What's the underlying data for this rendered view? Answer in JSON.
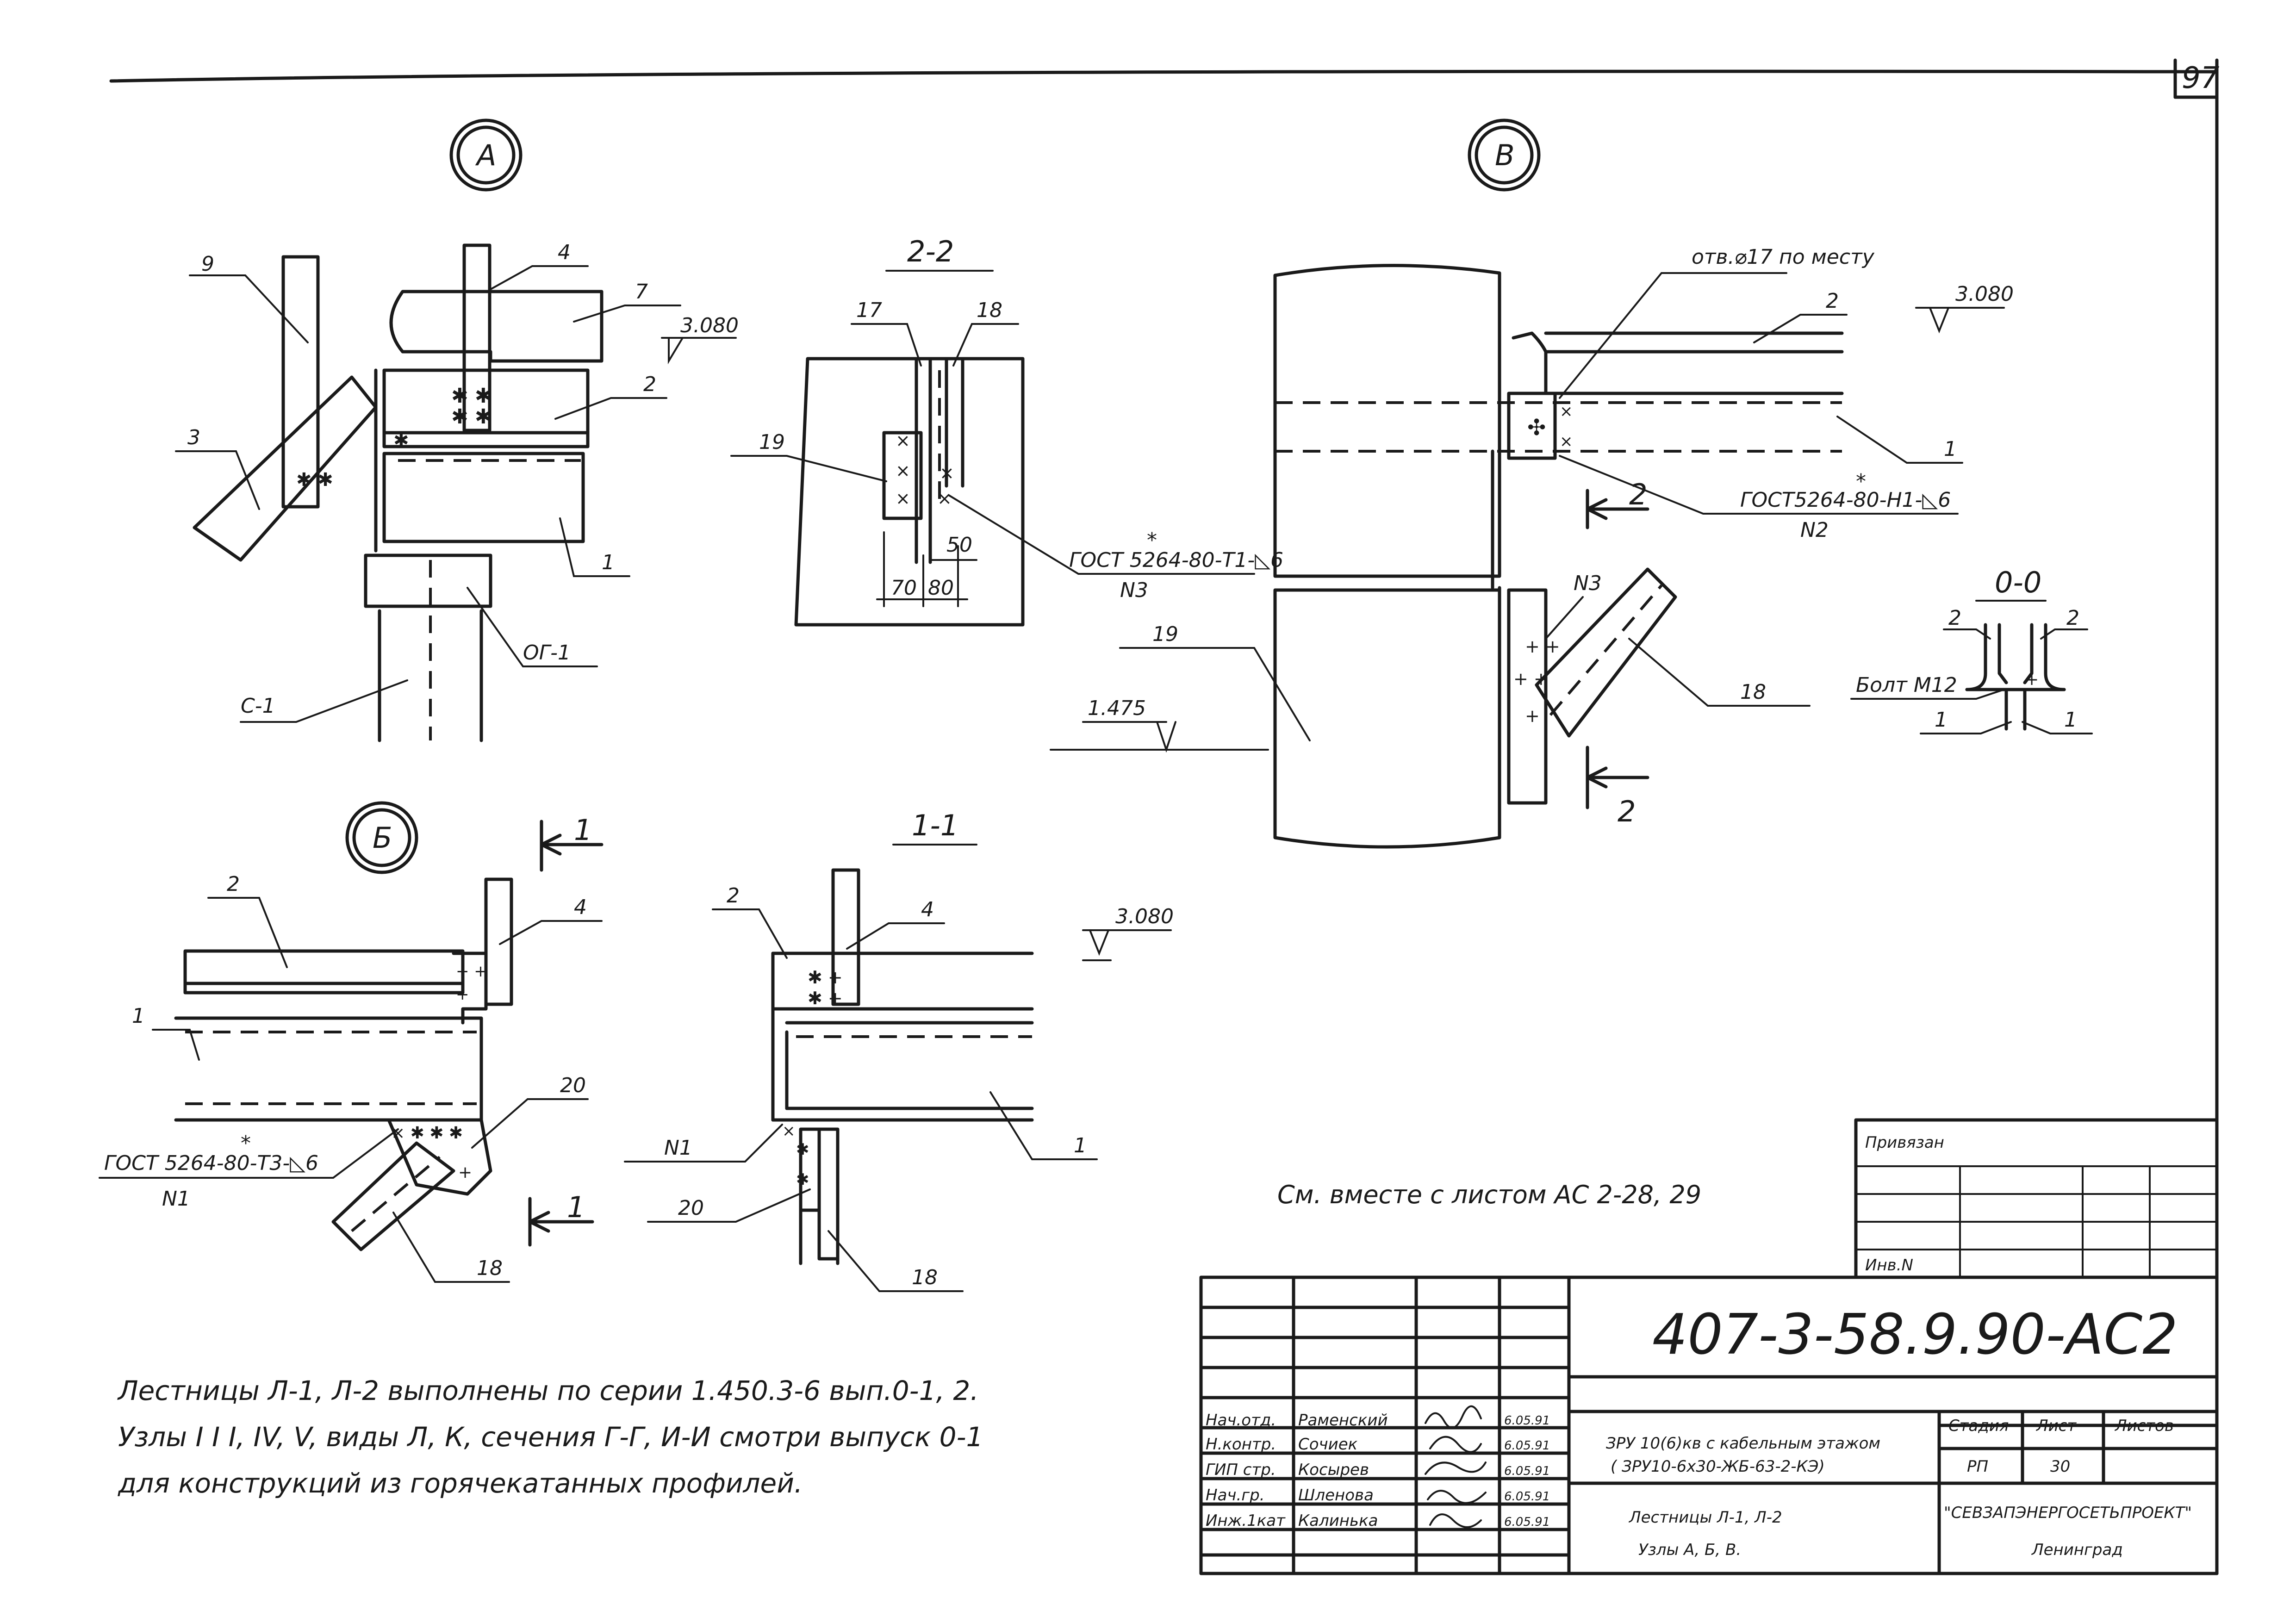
{
  "sheet_number": "97",
  "views": {
    "a": {
      "label": "А"
    },
    "b_small": {
      "label": "Б"
    },
    "v": {
      "label": "В"
    },
    "s22": {
      "label": "2-2"
    },
    "s11": {
      "label": "1-1"
    },
    "s00": {
      "label": "0-0"
    }
  },
  "node_a": {
    "leaders": {
      "n9": "9",
      "n4": "4",
      "n7": "7",
      "n3": "3",
      "n2": "2",
      "n1": "1",
      "og1": "ОГ-1",
      "c1": "С-1"
    },
    "elevation": "3.080"
  },
  "section_22": {
    "leaders": {
      "n17": "17",
      "n18": "18",
      "n19": "19"
    },
    "dims": {
      "d50": "50",
      "d70": "70",
      "d80": "80"
    },
    "weld": "ГОСТ 5264-80-Т1-◺6",
    "weld_star": "*",
    "weld_ref": "N3"
  },
  "node_v": {
    "hole_note": "отв.⌀17 по месту",
    "elevation_top": "3.080",
    "elevation_bottom": "1.475",
    "leaders": {
      "n2": "2",
      "n1": "1",
      "n19": "19",
      "n18": "18",
      "n3": "N3"
    },
    "weld": "ГОСТ5264-80-Н1-◺6",
    "weld_star": "*",
    "weld_ref": "N2",
    "cut_label_top": "2",
    "cut_label_bottom": "2"
  },
  "section_00": {
    "leaders": {
      "l2": "2",
      "r2": "2",
      "l1": "1",
      "r1": "1"
    },
    "bolt": "Болт М12"
  },
  "node_b": {
    "leaders": {
      "n2": "2",
      "n1": "1",
      "n4": "4",
      "n20": "20",
      "n18": "18"
    },
    "weld": "ГОСТ 5264-80-Т3-◺6",
    "weld_star": "*",
    "weld_ref": "N1",
    "cut_label_top": "1",
    "cut_label_bottom": "1"
  },
  "section_11": {
    "leaders": {
      "n2": "2",
      "n4": "4",
      "n1": "1",
      "n20": "20",
      "n18": "18",
      "nm1": "N1"
    },
    "elevation": "3.080"
  },
  "see_together": "См. вместе с листом АС 2-28, 29",
  "notes": [
    "Лестницы Л-1, Л-2 выполнены по серии 1.450.3-6 вып.0-1, 2.",
    "Узлы I I I, IV, V, виды Л, К, сечения Г-Г, И-И смотри выпуск 0-1",
    "для конструкций из горячекатанных профилей."
  ],
  "title_block": {
    "attached": "Привязан",
    "inv_no": "Инв.N",
    "doc_code": "407-3-58.9.90-АС2",
    "object_line1": "ЗРУ 10(6)кв с кабельным этажом",
    "object_line2": "( ЗРУ10-6х30-ЖБ-63-2-КЭ)",
    "sheet_title_line1": "Лестницы Л-1, Л-2",
    "sheet_title_line2": "Узлы А, Б, В.",
    "stage_label": "Стадия",
    "sheet_label": "Лист",
    "sheets_label": "Листов",
    "stage": "РП",
    "sheet": "30",
    "org": "\"СЕВЗАПЭНЕРГОСЕТЬПРОЕКТ\"",
    "city": "Ленинград",
    "signatories": [
      {
        "role": "Нач.отд.",
        "name": "Раменский",
        "date": "6.05.91"
      },
      {
        "role": "Н.контр.",
        "name": "Сочиек",
        "date": "6.05.91"
      },
      {
        "role": "ГИП стр.",
        "name": "Косырев",
        "date": "6.05.91"
      },
      {
        "role": "Нач.гр.",
        "name": "Шленова",
        "date": "6.05.91"
      },
      {
        "role": "Инж.1кат",
        "name": "Калинька",
        "date": "6.05.91"
      }
    ]
  }
}
